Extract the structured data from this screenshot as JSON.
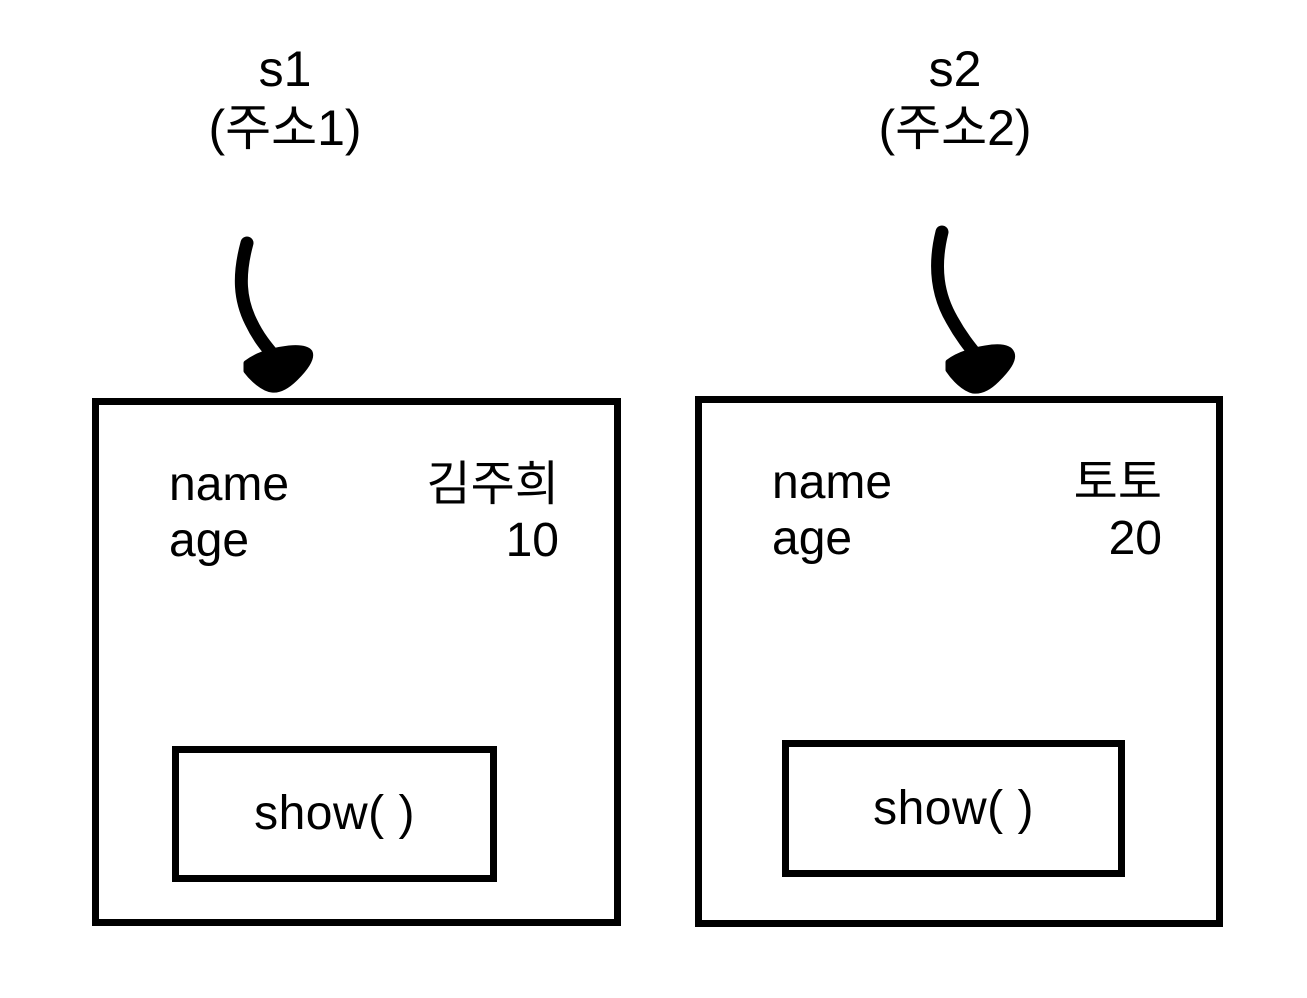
{
  "diagram": {
    "title": "Object reference diagram",
    "background_color": "#ffffff",
    "stroke_color": "#000000"
  },
  "objects": [
    {
      "id": "s1",
      "variable_name": "s1",
      "address_label": "(주소1)",
      "arrow": "curved-down-arrow-icon",
      "fields": [
        {
          "key": "name",
          "value": "김주희"
        },
        {
          "key": "age",
          "value": "10"
        }
      ],
      "method": {
        "label": "show( )"
      }
    },
    {
      "id": "s2",
      "variable_name": "s2",
      "address_label": "(주소2)",
      "arrow": "curved-down-arrow-icon",
      "fields": [
        {
          "key": "name",
          "value": "토토"
        },
        {
          "key": "age",
          "value": "20"
        }
      ],
      "method": {
        "label": "show( )"
      }
    }
  ]
}
